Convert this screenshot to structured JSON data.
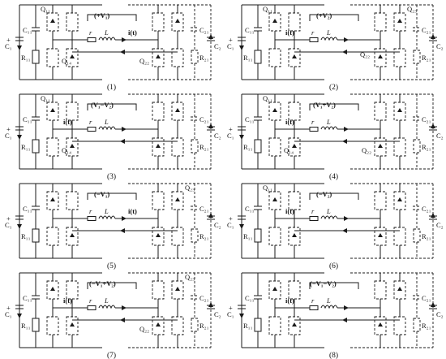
{
  "labels": {
    "C1": "C₁",
    "C2": "C₂",
    "C11": "C₁₁",
    "C21": "C₂₁",
    "R11": "R₁₁",
    "R21": "R₂₁",
    "r": "r",
    "L": "L",
    "i": "i(t)",
    "plus": "+"
  },
  "panels": [
    {
      "caption": "(1)",
      "voltage": "(+V₁)",
      "q": [
        "Q₁₁",
        "Q₁₄",
        "Q₂₂"
      ]
    },
    {
      "caption": "(2)",
      "voltage": "(+V₂)",
      "q": [
        "Q₁₁",
        "Q₂₂",
        "Q₂₃"
      ]
    },
    {
      "caption": "(3)",
      "voltage": "(V₁−V₂)",
      "q": [
        "Q₁₁",
        "Q₁₄"
      ]
    },
    {
      "caption": "(4)",
      "voltage": "(V₁+V₂)",
      "q": [
        "Q₁₁",
        "Q₁₄",
        "Q₂₂"
      ]
    },
    {
      "caption": "(5)",
      "voltage": "(−V₁)",
      "q": [
        "Q₂₃"
      ]
    },
    {
      "caption": "(6)",
      "voltage": "(−V₂)",
      "q": [
        "Q₁₁"
      ]
    },
    {
      "caption": "(7)",
      "voltage": "(−V₁+V₂)",
      "q": [
        "Q₂₃",
        "Q₂₂"
      ]
    },
    {
      "caption": "(8)",
      "voltage": "(−V₁−V₂)",
      "q": []
    }
  ]
}
